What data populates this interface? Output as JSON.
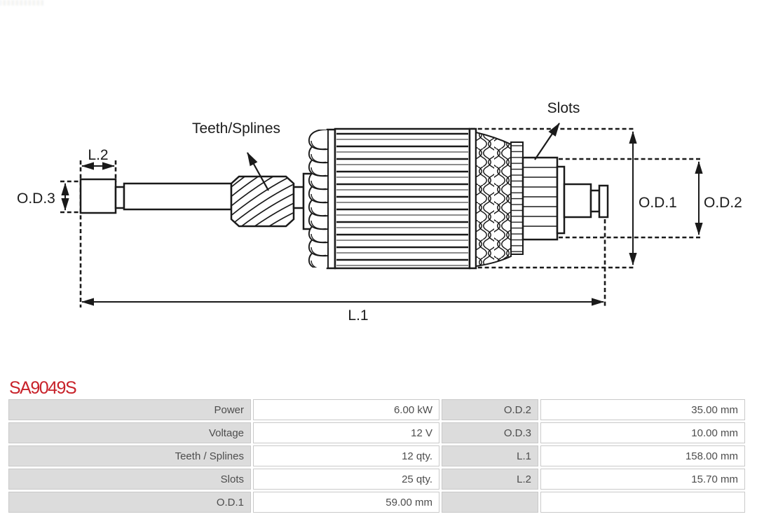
{
  "part_number": "SA9049S",
  "diagram": {
    "labels": {
      "teeth_splines": "Teeth/Splines",
      "slots": "Slots",
      "l1": "L.1",
      "l2": "L.2",
      "od1": "O.D.1",
      "od2": "O.D.2",
      "od3": "O.D.3"
    }
  },
  "spec_table": {
    "rows": [
      {
        "c0": "Power",
        "c1": "6.00 kW",
        "c2": "O.D.2",
        "c3": "35.00 mm"
      },
      {
        "c0": "Voltage",
        "c1": "12 V",
        "c2": "O.D.3",
        "c3": "10.00 mm"
      },
      {
        "c0": "Teeth / Splines",
        "c1": "12 qty.",
        "c2": "L.1",
        "c3": "158.00 mm"
      },
      {
        "c0": "Slots",
        "c1": "25 qty.",
        "c2": "L.2",
        "c3": "15.70 mm"
      },
      {
        "c0": "O.D.1",
        "c1": "59.00 mm",
        "c2": "",
        "c3": ""
      }
    ]
  },
  "colors": {
    "accent_red": "#c8222a",
    "table_label_bg": "#dcdcdc",
    "table_border": "#c9c9c9",
    "line": "#1a1a1a"
  }
}
